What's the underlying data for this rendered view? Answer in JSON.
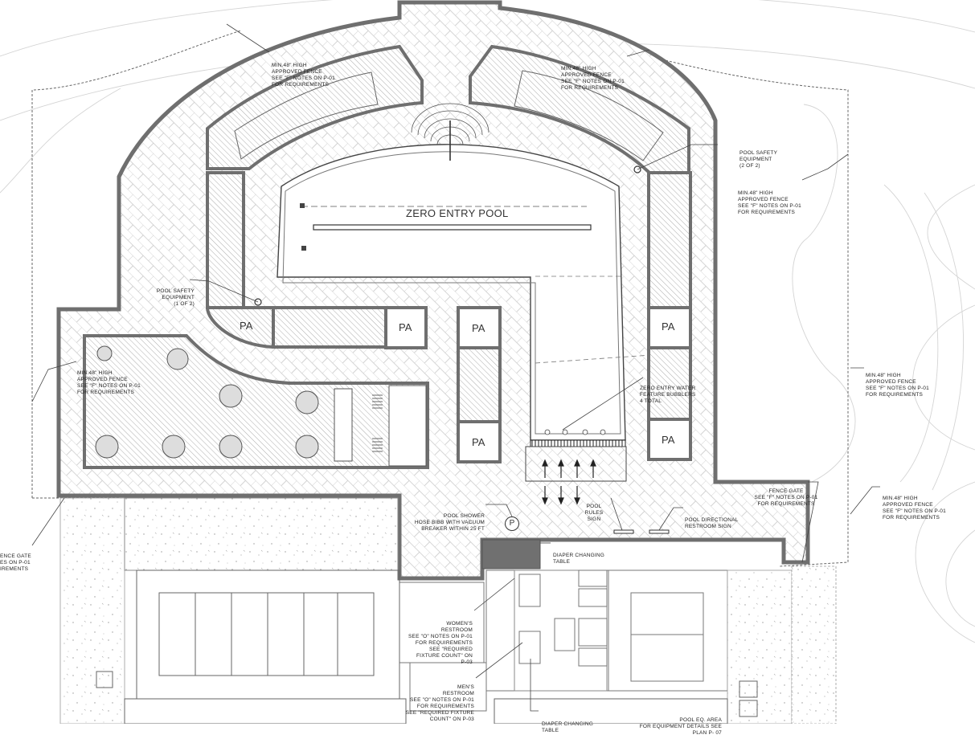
{
  "pool_title": "ZERO ENTRY POOL",
  "pa_label": "PA",
  "parking_symbol": "P",
  "notes": {
    "fence_top_left": [
      "MIN.48\" HIGH",
      "APPROVED FENCE",
      "SEE \"F\" NOTES ON P-01",
      "FOR REQUIREMENTS"
    ],
    "fence_top_right": [
      "MIN.48\" HIGH",
      "APPROVED FENCE",
      "SEE \"F\" NOTES ON P-01",
      "FOR REQUIREMENTS"
    ],
    "safety_2": [
      "POOL SAFETY",
      "EQUIPMENT",
      "(2 OF 2)"
    ],
    "fence_right_mid": [
      "MIN.48\" HIGH",
      "APPROVED FENCE",
      "SEE \"F\" NOTES ON P-01",
      "FOR REQUIREMENTS"
    ],
    "safety_1": [
      "POOL SAFETY",
      "EQUIPMENT",
      "(1 OF 2)"
    ],
    "fence_left": [
      "MIN.48\" HIGH",
      "APPROVED FENCE",
      "SEE \"F\" NOTES ON P-01",
      "FOR REQUIREMENTS"
    ],
    "fence_far_right": [
      "MIN.48\" HIGH",
      "APPROVED FENCE",
      "SEE \"F\" NOTES ON P-01",
      "FOR REQUIREMENTS"
    ],
    "bubblers": [
      "ZERO ENTRY WATER",
      "FEATURE BUBBLERS",
      "4 TOTAL"
    ],
    "fence_gate_right": [
      "FENCE GATE",
      "SEE \"F\" NOTES ON P-01",
      "FOR REQUIREMENTS"
    ],
    "fence_bottom_right": [
      "MIN.48\" HIGH",
      "APPROVED FENCE",
      "SEE \"F\" NOTES ON P-01",
      "FOR REQUIREMENTS"
    ],
    "fence_gate_left": [
      "ENCE GATE",
      "ES ON P-01",
      "IREMENTS"
    ],
    "pool_shower": [
      "POOL SHOWER",
      "HOSE BIBB WITH VACUUM",
      "BREAKER WITHIN 25 FT"
    ],
    "rules_sign": [
      "POOL",
      "RULES",
      "SIGN"
    ],
    "directional_sign": [
      "POOL DIRECTIONAL",
      "RESTROOM SIGN"
    ],
    "diaper_1": [
      "DIAPER CHANGING",
      "TABLE"
    ],
    "womens": [
      "WOMEN'S",
      "RESTROOM",
      "SEE \"O\" NOTES ON P-01",
      "FOR REQUIREMENTS",
      "SEE \"REQUIRED",
      "FIXTURE COUNT\" ON",
      "P-03"
    ],
    "mens": [
      "MEN'S",
      "RESTROOM",
      "SEE \"O\" NOTES ON P-01",
      "FOR REQUIREMENTS",
      "SEE \"REQUIRED FIXTURE",
      "COUNT\" ON P-03"
    ],
    "diaper_2": [
      "DIAPER CHANGING",
      "TABLE"
    ],
    "eq_area": [
      "POOL EQ. AREA",
      "FOR EQUIPMENT DETAILS SEE",
      "PLAN P- 07"
    ]
  }
}
